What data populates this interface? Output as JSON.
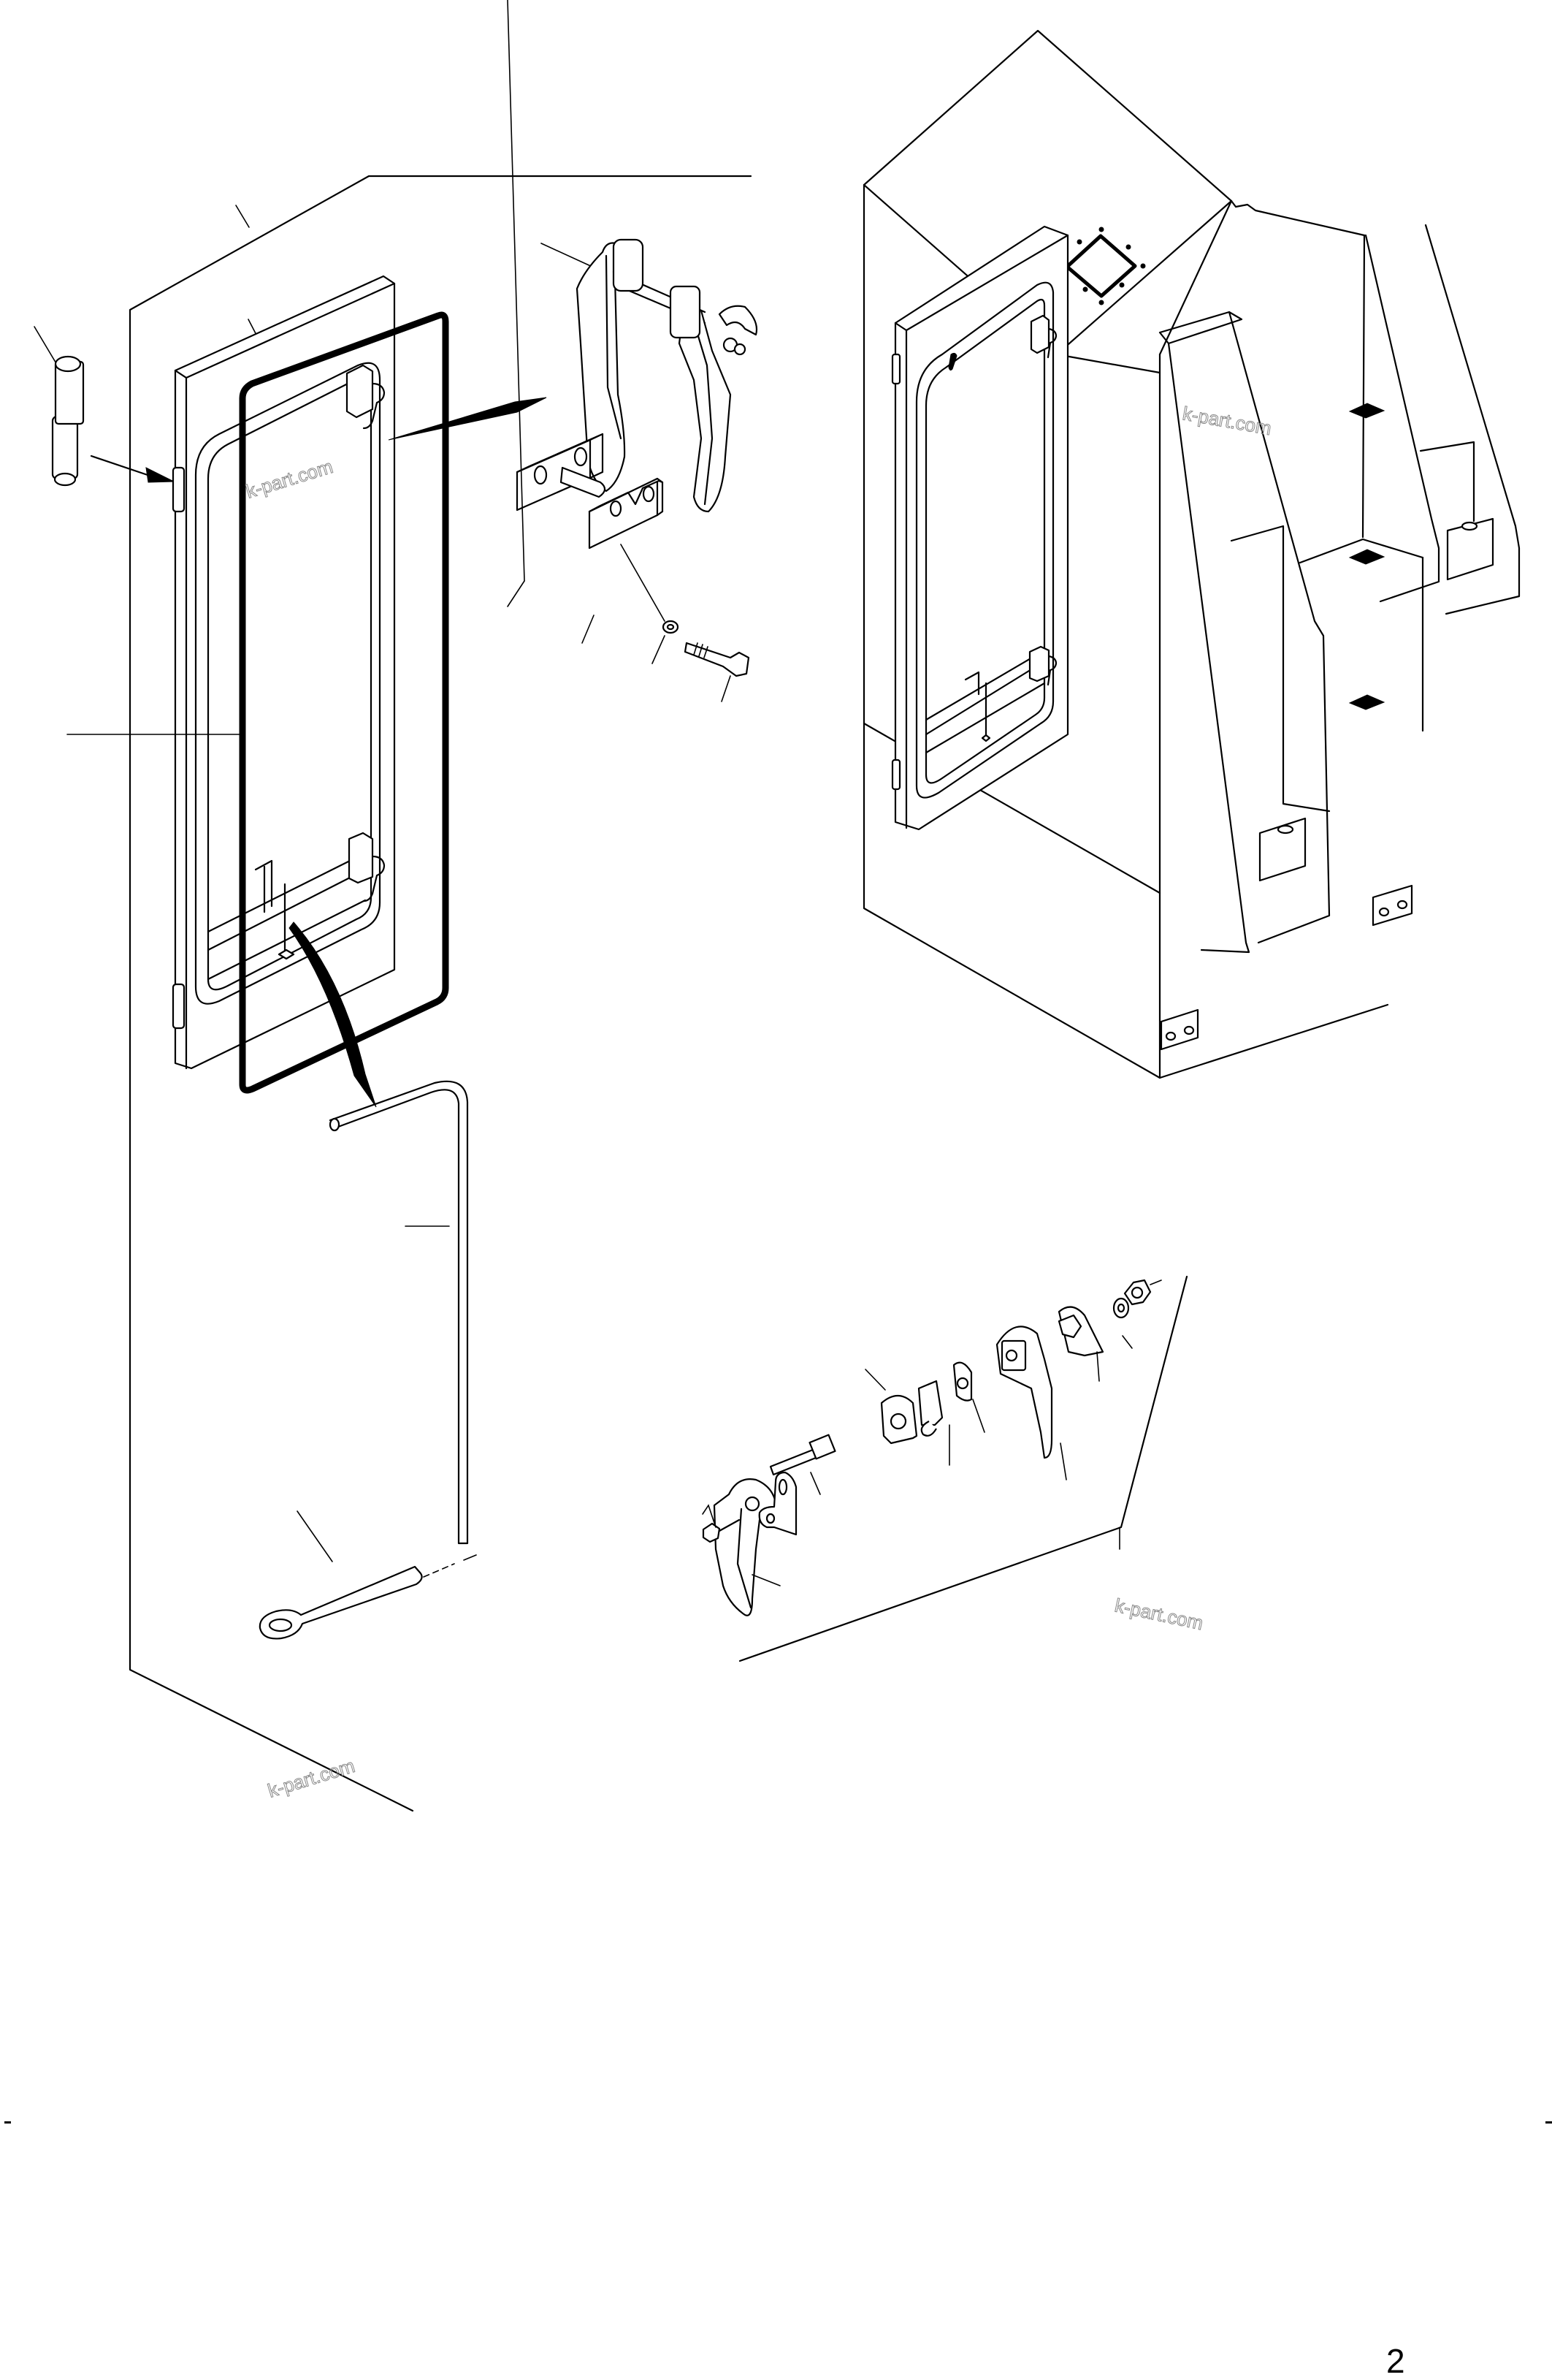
{
  "diagram": {
    "type": "exploded-parts-diagram",
    "subject": "cabinet access door with latch and locking hardware",
    "page_number": "2",
    "watermarks": [
      {
        "text": "k-part.com",
        "position": "door-upper-left"
      },
      {
        "text": "k-part.com",
        "position": "cabinet-side-panel"
      },
      {
        "text": "k-part.com",
        "position": "lower-left-panel"
      },
      {
        "text": "k-part.com",
        "position": "latch-assembly-panel"
      }
    ],
    "parts": [
      {
        "id": "cabinet",
        "label": "cabinet-body"
      },
      {
        "id": "door-frame",
        "label": "door-frame"
      },
      {
        "id": "door-panel",
        "label": "door-panel"
      },
      {
        "id": "gasket",
        "label": "door-gasket"
      },
      {
        "id": "hinge-pin",
        "label": "hinge-pin"
      },
      {
        "id": "latch-handle-pair",
        "label": "latch-handles"
      },
      {
        "id": "striker-block",
        "label": "striker-block-with-pin"
      },
      {
        "id": "striker-plate",
        "label": "slotted-striker-plate"
      },
      {
        "id": "washer",
        "label": "washer"
      },
      {
        "id": "bolt",
        "label": "bolt"
      },
      {
        "id": "lock-rod",
        "label": "bent-lock-rod"
      },
      {
        "id": "cotter-pin",
        "label": "cotter-pin"
      },
      {
        "id": "lock-assembly",
        "label": "handle-lock-assembly"
      }
    ],
    "lock_assembly_parts": [
      "outer-handle",
      "spring-pin",
      "mount-bracket",
      "square-shaft",
      "cam-plate",
      "retainer-plate",
      "spacer",
      "inner-handle-housing",
      "cam-lever",
      "lock-washer",
      "hex-nut"
    ],
    "leader_count": 22
  }
}
